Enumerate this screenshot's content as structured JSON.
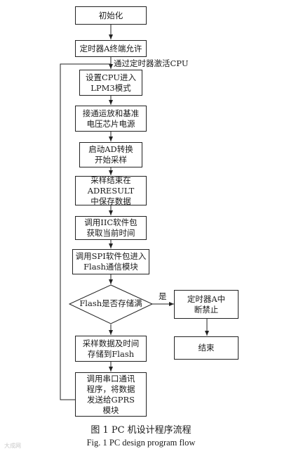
{
  "flow": {
    "init": "初始化",
    "timer_allow": "定时器A终端允许",
    "timer_activate_label": "通过定时器激活CPU",
    "set_lpm3": "设置CPU进入\nLPM3模式",
    "power_on": "接通运放和基准\n电压芯片电源",
    "start_ad": "启动AD转换\n开始采样",
    "save_adresult": "采样结束在\nADRESULT\n中保存数据",
    "iic_time": "调用IIC软件包\n获取当前时间",
    "spi_flash": "调用SPI软件包进入\nFlash通信模块",
    "decision": "Flash是否存储满",
    "yes_label": "是",
    "timer_disable": "定时器A中\n断禁止",
    "end": "结束",
    "store_flash": "采样数据及时间\n存储到Flash",
    "send_gprs": "调用串口通讯\n程序，将数据\n发送给GPRS\n模块"
  },
  "caption": {
    "cn": "图 1   PC 机设计程序流程",
    "en": "Fig. 1     PC design program flow"
  },
  "watermark": "大成网"
}
